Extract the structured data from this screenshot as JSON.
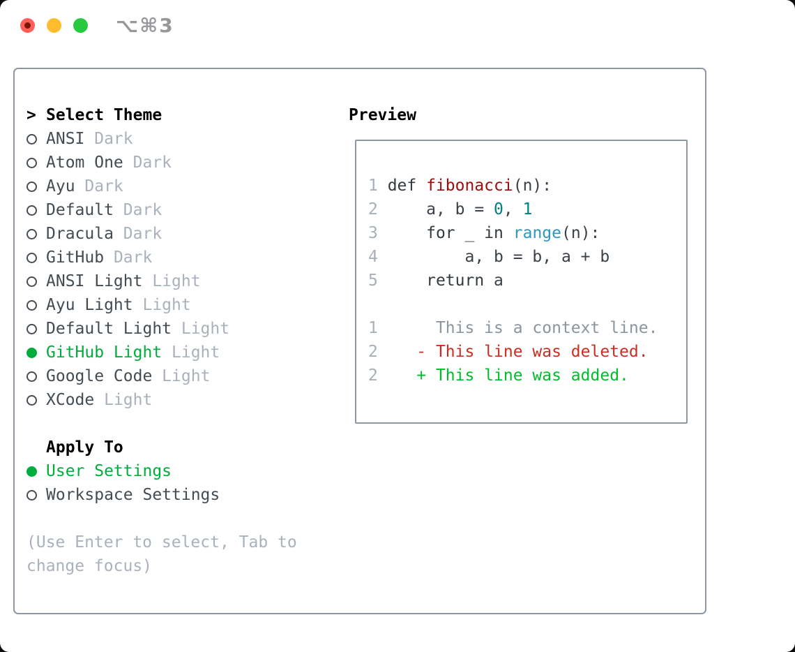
{
  "window": {
    "shortcut_label": "⌥⌘3"
  },
  "colors": {
    "accent_green": "#00ad3c",
    "added_green": "#00bd2b",
    "deleted_red": "#cb2d23",
    "code_red": "#9b0e0e",
    "code_teal": "#008080",
    "code_blue": "#2e96bf",
    "muted_gray": "#a9b2bc",
    "context_gray": "#8b959e",
    "lineno_gray": "#a7b0b9",
    "text_dark": "#434b53",
    "border_gray": "#8d97a2",
    "traffic_red": "#ff5f57",
    "traffic_yellow": "#febc2e",
    "traffic_green": "#28c840"
  },
  "theme_list": {
    "cursor": ">",
    "title": "Select Theme",
    "items": [
      {
        "name": "ANSI",
        "variant": "Dark",
        "selected": false
      },
      {
        "name": "Atom One",
        "variant": "Dark",
        "selected": false
      },
      {
        "name": "Ayu",
        "variant": "Dark",
        "selected": false
      },
      {
        "name": "Default",
        "variant": "Dark",
        "selected": false
      },
      {
        "name": "Dracula",
        "variant": "Dark",
        "selected": false
      },
      {
        "name": "GitHub",
        "variant": "Dark",
        "selected": false
      },
      {
        "name": "ANSI Light",
        "variant": "Light",
        "selected": false
      },
      {
        "name": "Ayu Light",
        "variant": "Light",
        "selected": false
      },
      {
        "name": "Default Light",
        "variant": "Light",
        "selected": false
      },
      {
        "name": "GitHub Light",
        "variant": "Light",
        "selected": true
      },
      {
        "name": "Google Code",
        "variant": "Light",
        "selected": false
      },
      {
        "name": "XCode",
        "variant": "Light",
        "selected": false
      }
    ]
  },
  "apply_to": {
    "title": "Apply To",
    "options": [
      {
        "label": "User Settings",
        "selected": true
      },
      {
        "label": "Workspace Settings",
        "selected": false
      }
    ]
  },
  "help": {
    "lines": [
      "(Use Enter to select, Tab to",
      "change focus)"
    ]
  },
  "preview": {
    "title": "Preview",
    "lines": [
      {
        "kind": "code",
        "no": "1",
        "tokens": [
          {
            "c": "kw",
            "s": "def "
          },
          {
            "c": "title",
            "s": "fibonacci"
          },
          {
            "c": "plain",
            "s": "(n):"
          }
        ]
      },
      {
        "kind": "code",
        "no": "2",
        "tokens": [
          {
            "c": "plain",
            "s": "    a, b = "
          },
          {
            "c": "num",
            "s": "0"
          },
          {
            "c": "plain",
            "s": ", "
          },
          {
            "c": "num",
            "s": "1"
          }
        ]
      },
      {
        "kind": "code",
        "no": "3",
        "tokens": [
          {
            "c": "plain",
            "s": "    "
          },
          {
            "c": "kw",
            "s": "for"
          },
          {
            "c": "plain",
            "s": " _ "
          },
          {
            "c": "kw",
            "s": "in"
          },
          {
            "c": "plain",
            "s": " "
          },
          {
            "c": "builtin",
            "s": "range"
          },
          {
            "c": "plain",
            "s": "(n):"
          }
        ]
      },
      {
        "kind": "code",
        "no": "4",
        "tokens": [
          {
            "c": "plain",
            "s": "        a, b = b, a + b"
          }
        ]
      },
      {
        "kind": "code",
        "no": "5",
        "tokens": [
          {
            "c": "plain",
            "s": "    "
          },
          {
            "c": "kw",
            "s": "return"
          },
          {
            "c": "plain",
            "s": " a"
          }
        ]
      },
      {
        "kind": "blank",
        "no": "",
        "tokens": []
      },
      {
        "kind": "context",
        "no": "1",
        "tokens": [
          {
            "c": "ctx",
            "s": "     This is a context line."
          }
        ]
      },
      {
        "kind": "deleted",
        "no": "2",
        "tokens": [
          {
            "c": "del",
            "s": "   - This line was deleted."
          }
        ]
      },
      {
        "kind": "added",
        "no": "2",
        "tokens": [
          {
            "c": "add",
            "s": "   + This line was added."
          }
        ]
      }
    ]
  }
}
